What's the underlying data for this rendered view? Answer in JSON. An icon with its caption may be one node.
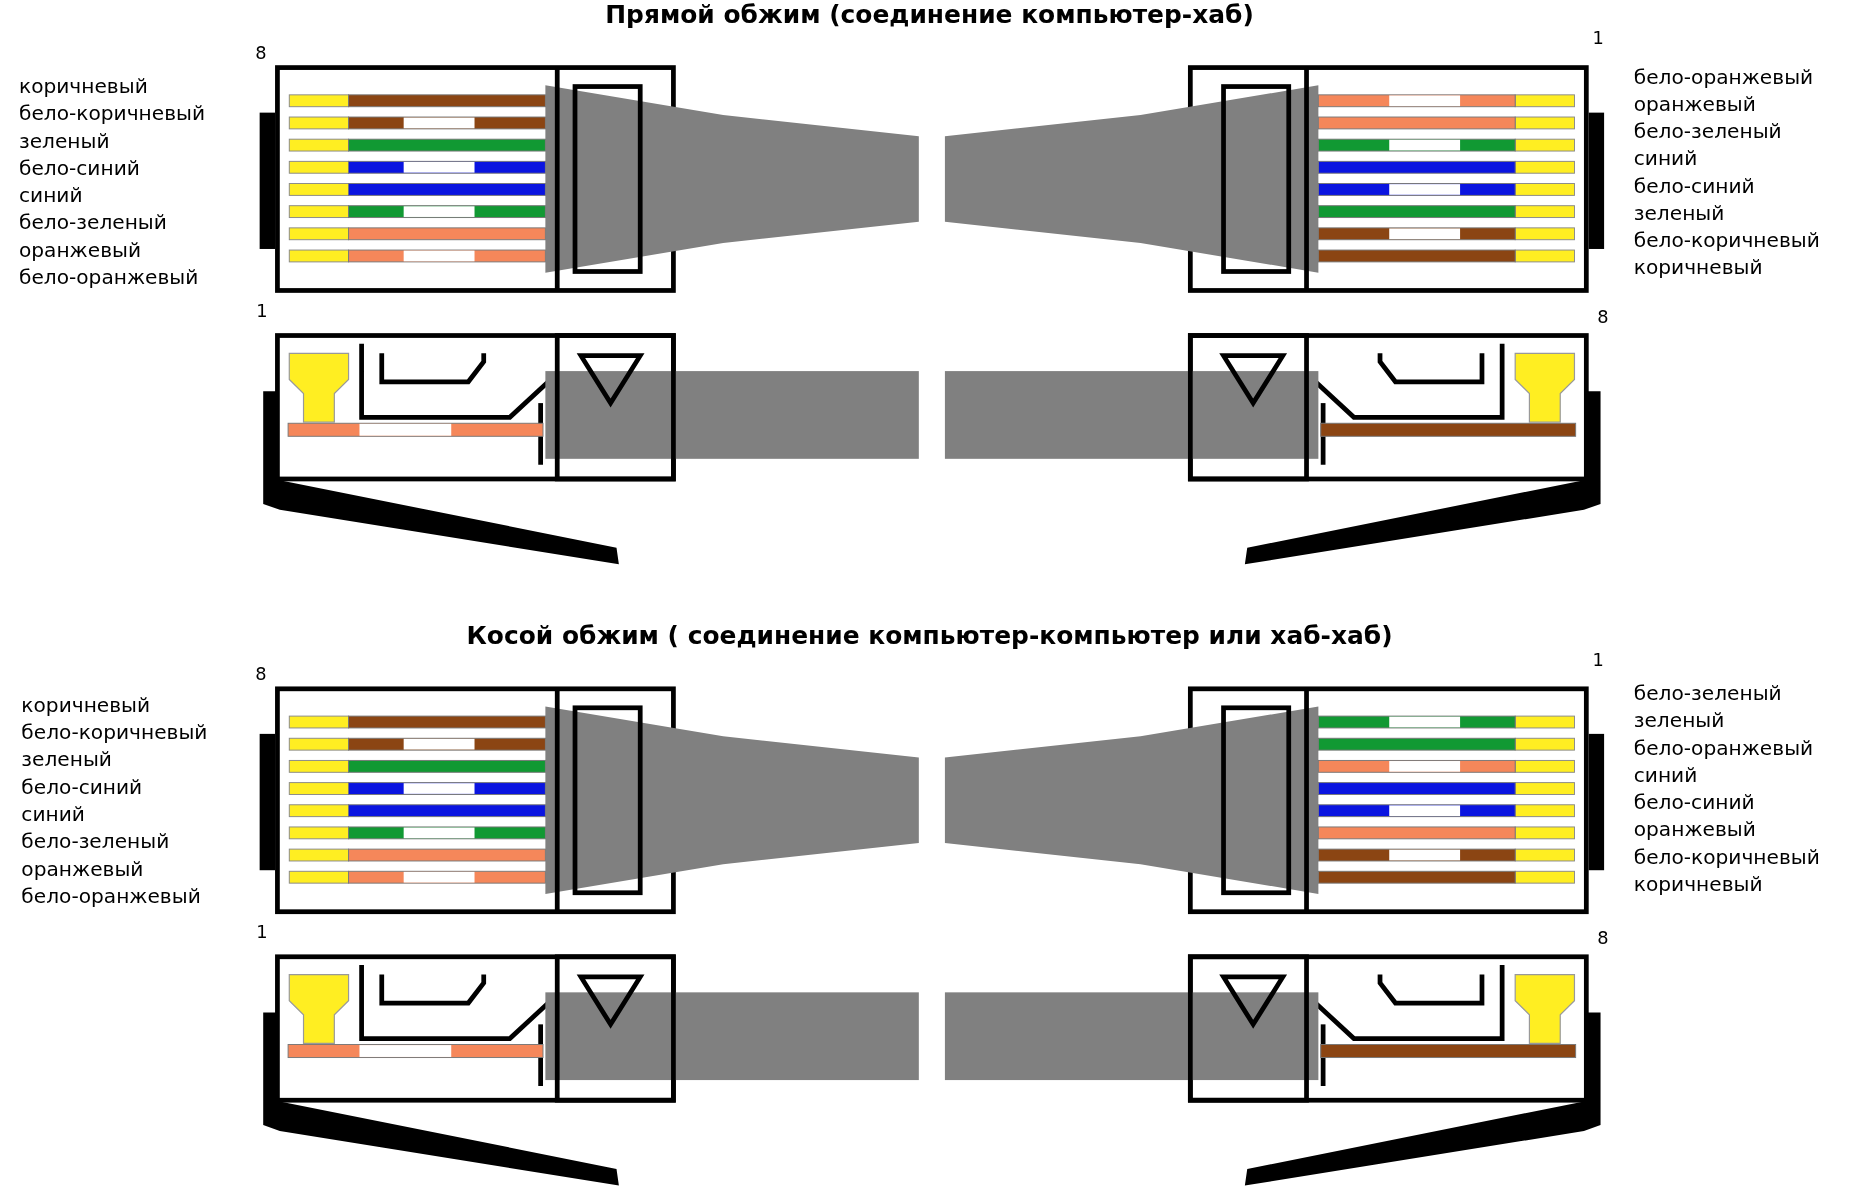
{
  "diagram": {
    "labels": [
      "Прямой обжим (соединение компьютер-хаб)",
      "8",
      "1",
      "коричневый",
      "бело-коричневый",
      "зеленый",
      "бело-синий",
      "синий",
      "бело-зеленый",
      "оранжевый",
      "бело-оранжевый",
      "бело-оранжевый",
      "оранжевый",
      "бело-зеленый",
      "синий",
      "бело-синий",
      "зеленый",
      "бело-коричневый",
      "коричневый",
      "1",
      "8",
      "Косой обжим ( соединение компьютер-компьютер или хаб-хаб)",
      "8",
      "1",
      "коричневый",
      "бело-коричневый",
      "зеленый",
      "бело-синий",
      "синий",
      "бело-зеленый",
      "оранжевый",
      "бело-оранжевый",
      "бело-зеленый",
      "зеленый",
      "бело-оранжевый",
      "синий",
      "бело-синий",
      "оранжевый",
      "бело-коричневый",
      "коричневый",
      "1",
      "8"
    ]
  }
}
